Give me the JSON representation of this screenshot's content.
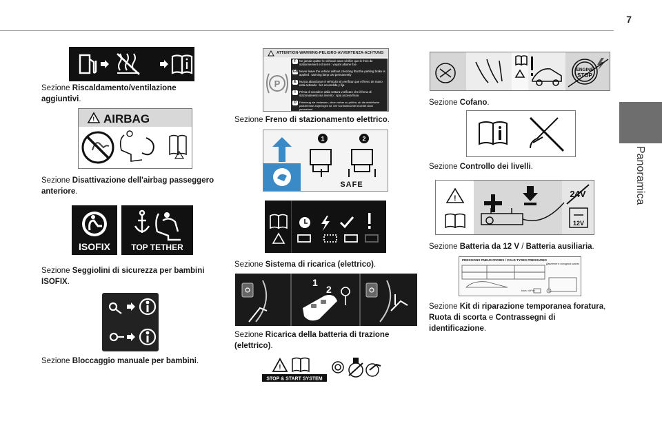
{
  "page_number": "7",
  "side_label": "Panoramica",
  "sections": {
    "heating": {
      "prefix": "Sezione ",
      "name": "Riscaldamento/ventilazione aggiuntivi",
      "suffix": "."
    },
    "airbag": {
      "prefix": "Sezione ",
      "name": "Disattivazione dell'airbag passeggero anteriore",
      "suffix": ".",
      "label": "AIRBAG"
    },
    "isofix": {
      "prefix": "Sezione ",
      "name": "Seggiolini di sicurezza per bambini ISOFIX",
      "suffix": ".",
      "isofix_label": "ISOFIX",
      "tether_label": "TOP TETHER"
    },
    "childlock": {
      "prefix": "Sezione ",
      "name": "Bloccaggio manuale per bambini",
      "suffix": "."
    },
    "parking": {
      "prefix": "Sezione ",
      "name": "Freno di stazionamento elettrico",
      "suffix": ".",
      "header": "ATTENTION-WARNING-PELIGRO-AVVERTENZA-ACHTUNG",
      "lines": [
        {
          "code": "F",
          "text": "Ne jamais quitter le véhicule sans vérifier que le frein de stationnement est serré : voyant  allumé fixe"
        },
        {
          "code": "GB",
          "text": "Never leave the vehicle without checking that the parking brake is applied : warning lamp  ON permanently"
        },
        {
          "code": "E",
          "text": "Nunca abandonar el vehículo sin verificar que el freno de mano está activado : luz  encendida y fija"
        },
        {
          "code": "I",
          "text": "Prima di scendere dalla vettura verificare che il freno di stazionamento sia inserito : spia  accesa fissa"
        },
        {
          "code": "D",
          "text": "Fahrzeug nie verlassen, ohne vorher zu prüfen, ob die elektrische parkbremse angezogen ist. Die Kontrolleuchte  leuchtet dann permanent"
        }
      ]
    },
    "safe": {
      "label": "SAFE",
      "num1": "1",
      "num2": "2"
    },
    "charging": {
      "prefix": "Sezione ",
      "name": "Sistema di ricarica (elettrico)",
      "suffix": "."
    },
    "traction": {
      "prefix": "Sezione ",
      "name": "Ricarica della batteria di trazione (elettrico)",
      "suffix": ".",
      "num1": "1",
      "num2": "2"
    },
    "stopstart": {
      "label": "STOP & START SYSTEM"
    },
    "hood": {
      "prefix": "Sezione ",
      "name": "Cofano",
      "suffix": ".",
      "engine": "ENGINE",
      "stop": "STOP"
    },
    "levels": {
      "prefix": "Sezione ",
      "name": "Controllo dei livelli",
      "suffix": "."
    },
    "battery": {
      "prefix": "Sezione ",
      "name1": "Batteria da 12 V",
      "sep": " / ",
      "name2": "Batteria ausiliaria",
      "suffix": ".",
      "v_top": "24V",
      "v_bot": "12V"
    },
    "tires": {
      "prefix": "Sezione ",
      "name1": "Kit di riparazione temporanea foratura",
      "sep1": ", ",
      "name2": "Ruota di scorta",
      "sep2": " e ",
      "name3": "Contrassegni di identificazione",
      "suffix": ".",
      "header": "PRESSIONS PNEUS FROIDS / COLD TYRES PRESSURES",
      "foreign": "Давление в холодных шинах",
      "units": "bars   <kPa>"
    }
  }
}
